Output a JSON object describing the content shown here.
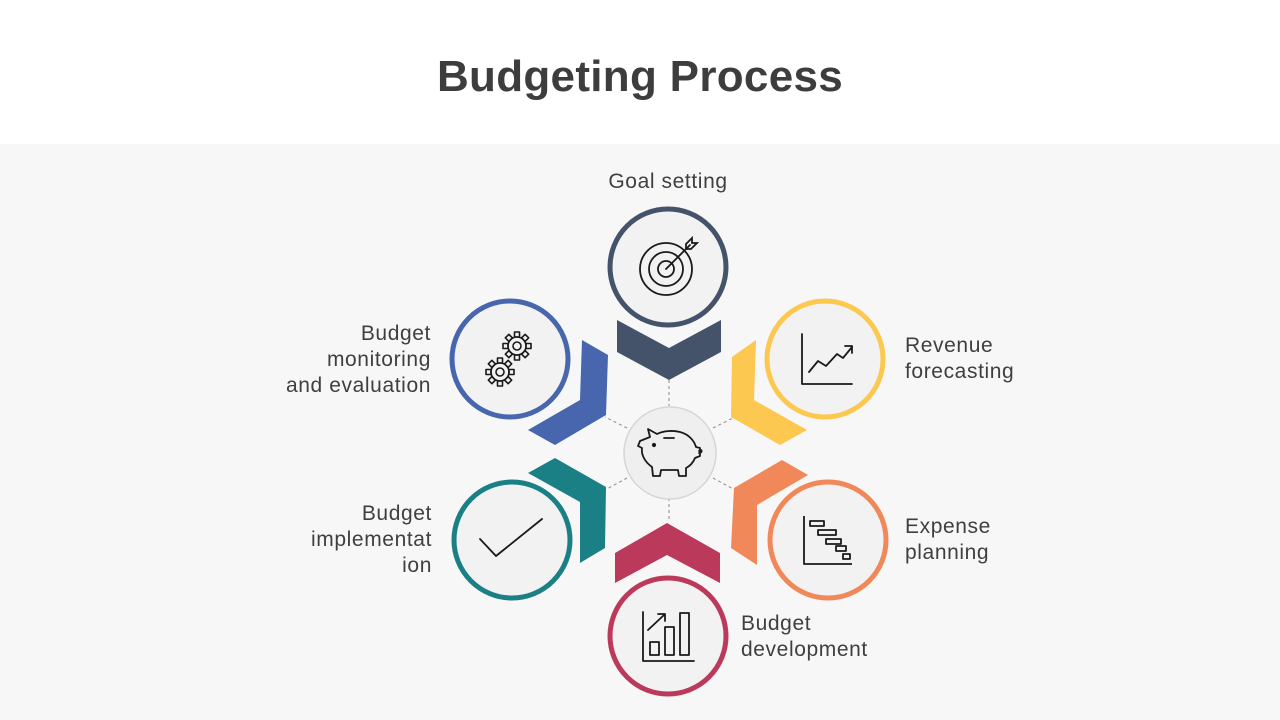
{
  "title": "Budgeting Process",
  "colors": {
    "goal": "#44536a",
    "revenue": "#fdc84f",
    "expense": "#f0885a",
    "development": "#bb3a5c",
    "implementation": "#1b7f86",
    "monitoring": "#4766ad",
    "center_fill": "#efefef",
    "center_stroke": "#d6d6d6",
    "circle_fill": "#f2f2f2"
  },
  "center": {
    "icon": "piggy-bank-icon"
  },
  "steps": [
    {
      "key": "goal",
      "label": "Goal setting",
      "icon": "target-icon"
    },
    {
      "key": "revenue",
      "label": "Revenue\nforecasting",
      "icon": "line-chart-icon"
    },
    {
      "key": "expense",
      "label": "Expense\nplanning",
      "icon": "gantt-chart-icon"
    },
    {
      "key": "development",
      "label": "Budget\ndevelopment",
      "icon": "bar-chart-icon"
    },
    {
      "key": "implementation",
      "label": "Budget\nimplementat\nion",
      "icon": "checkmark-icon"
    },
    {
      "key": "monitoring",
      "label": "Budget\nmonitoring\nand evaluation",
      "icon": "gears-icon"
    }
  ]
}
